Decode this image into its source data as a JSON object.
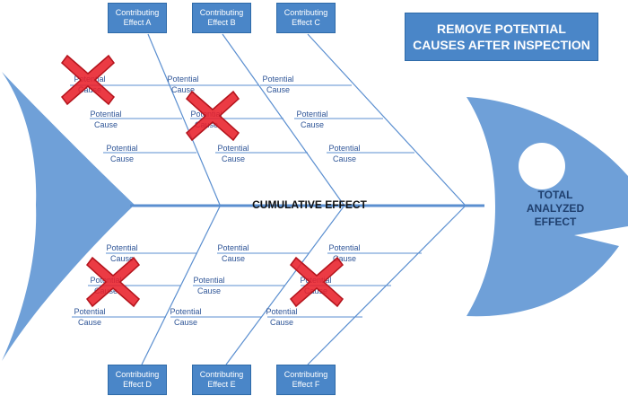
{
  "banner": {
    "line1": "REMOVE POTENTIAL",
    "line2": "CAUSES AFTER INSPECTION"
  },
  "spine_label": "CUMULATIVE EFFECT",
  "head": {
    "line1": "TOTAL",
    "line2": "ANALYZED",
    "line3": "EFFECT"
  },
  "effects": {
    "a": "Contributing\nEffect A",
    "b": "Contributing\nEffect B",
    "c": "Contributing\nEffect C",
    "d": "Contributing\nEffect D",
    "e": "Contributing\nEffect E",
    "f": "Contributing\nEffect F"
  },
  "cause": {
    "line1": "Potential",
    "line2": "Cause"
  },
  "removed_mark": "red-x-icon",
  "colors": {
    "fish": "#6fa0d8",
    "box": "#4a86c8",
    "cross": "#e8202a",
    "spine": "#5b8fd0"
  }
}
